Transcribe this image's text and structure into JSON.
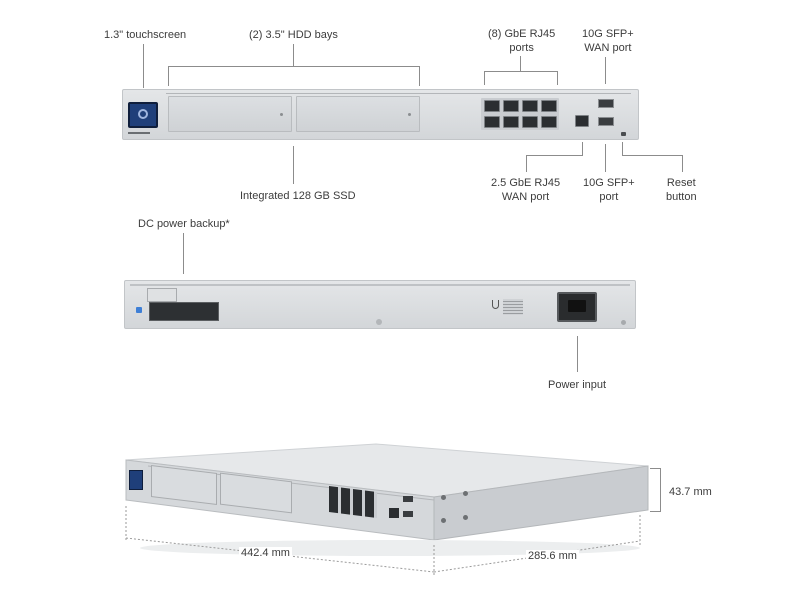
{
  "front_view": {
    "labels": {
      "touchscreen": "1.3\" touchscreen",
      "hdd_bays": "(2) 3.5\" HDD bays",
      "gbe_ports": "(8) GbE RJ45\nports",
      "sfp_wan": "10G SFP+\nWAN port",
      "ssd": "Integrated 128 GB SSD",
      "rj45_wan": "2.5 GbE RJ45\nWAN port",
      "sfp_port": "10G SFP+\nport",
      "reset": "Reset\nbutton"
    }
  },
  "rear_view": {
    "labels": {
      "dc_backup": "DC power backup*",
      "power_input": "Power input"
    }
  },
  "iso_view": {
    "dimensions": {
      "height": "43.7 mm",
      "width": "442.4 mm",
      "depth": "285.6 mm"
    }
  }
}
